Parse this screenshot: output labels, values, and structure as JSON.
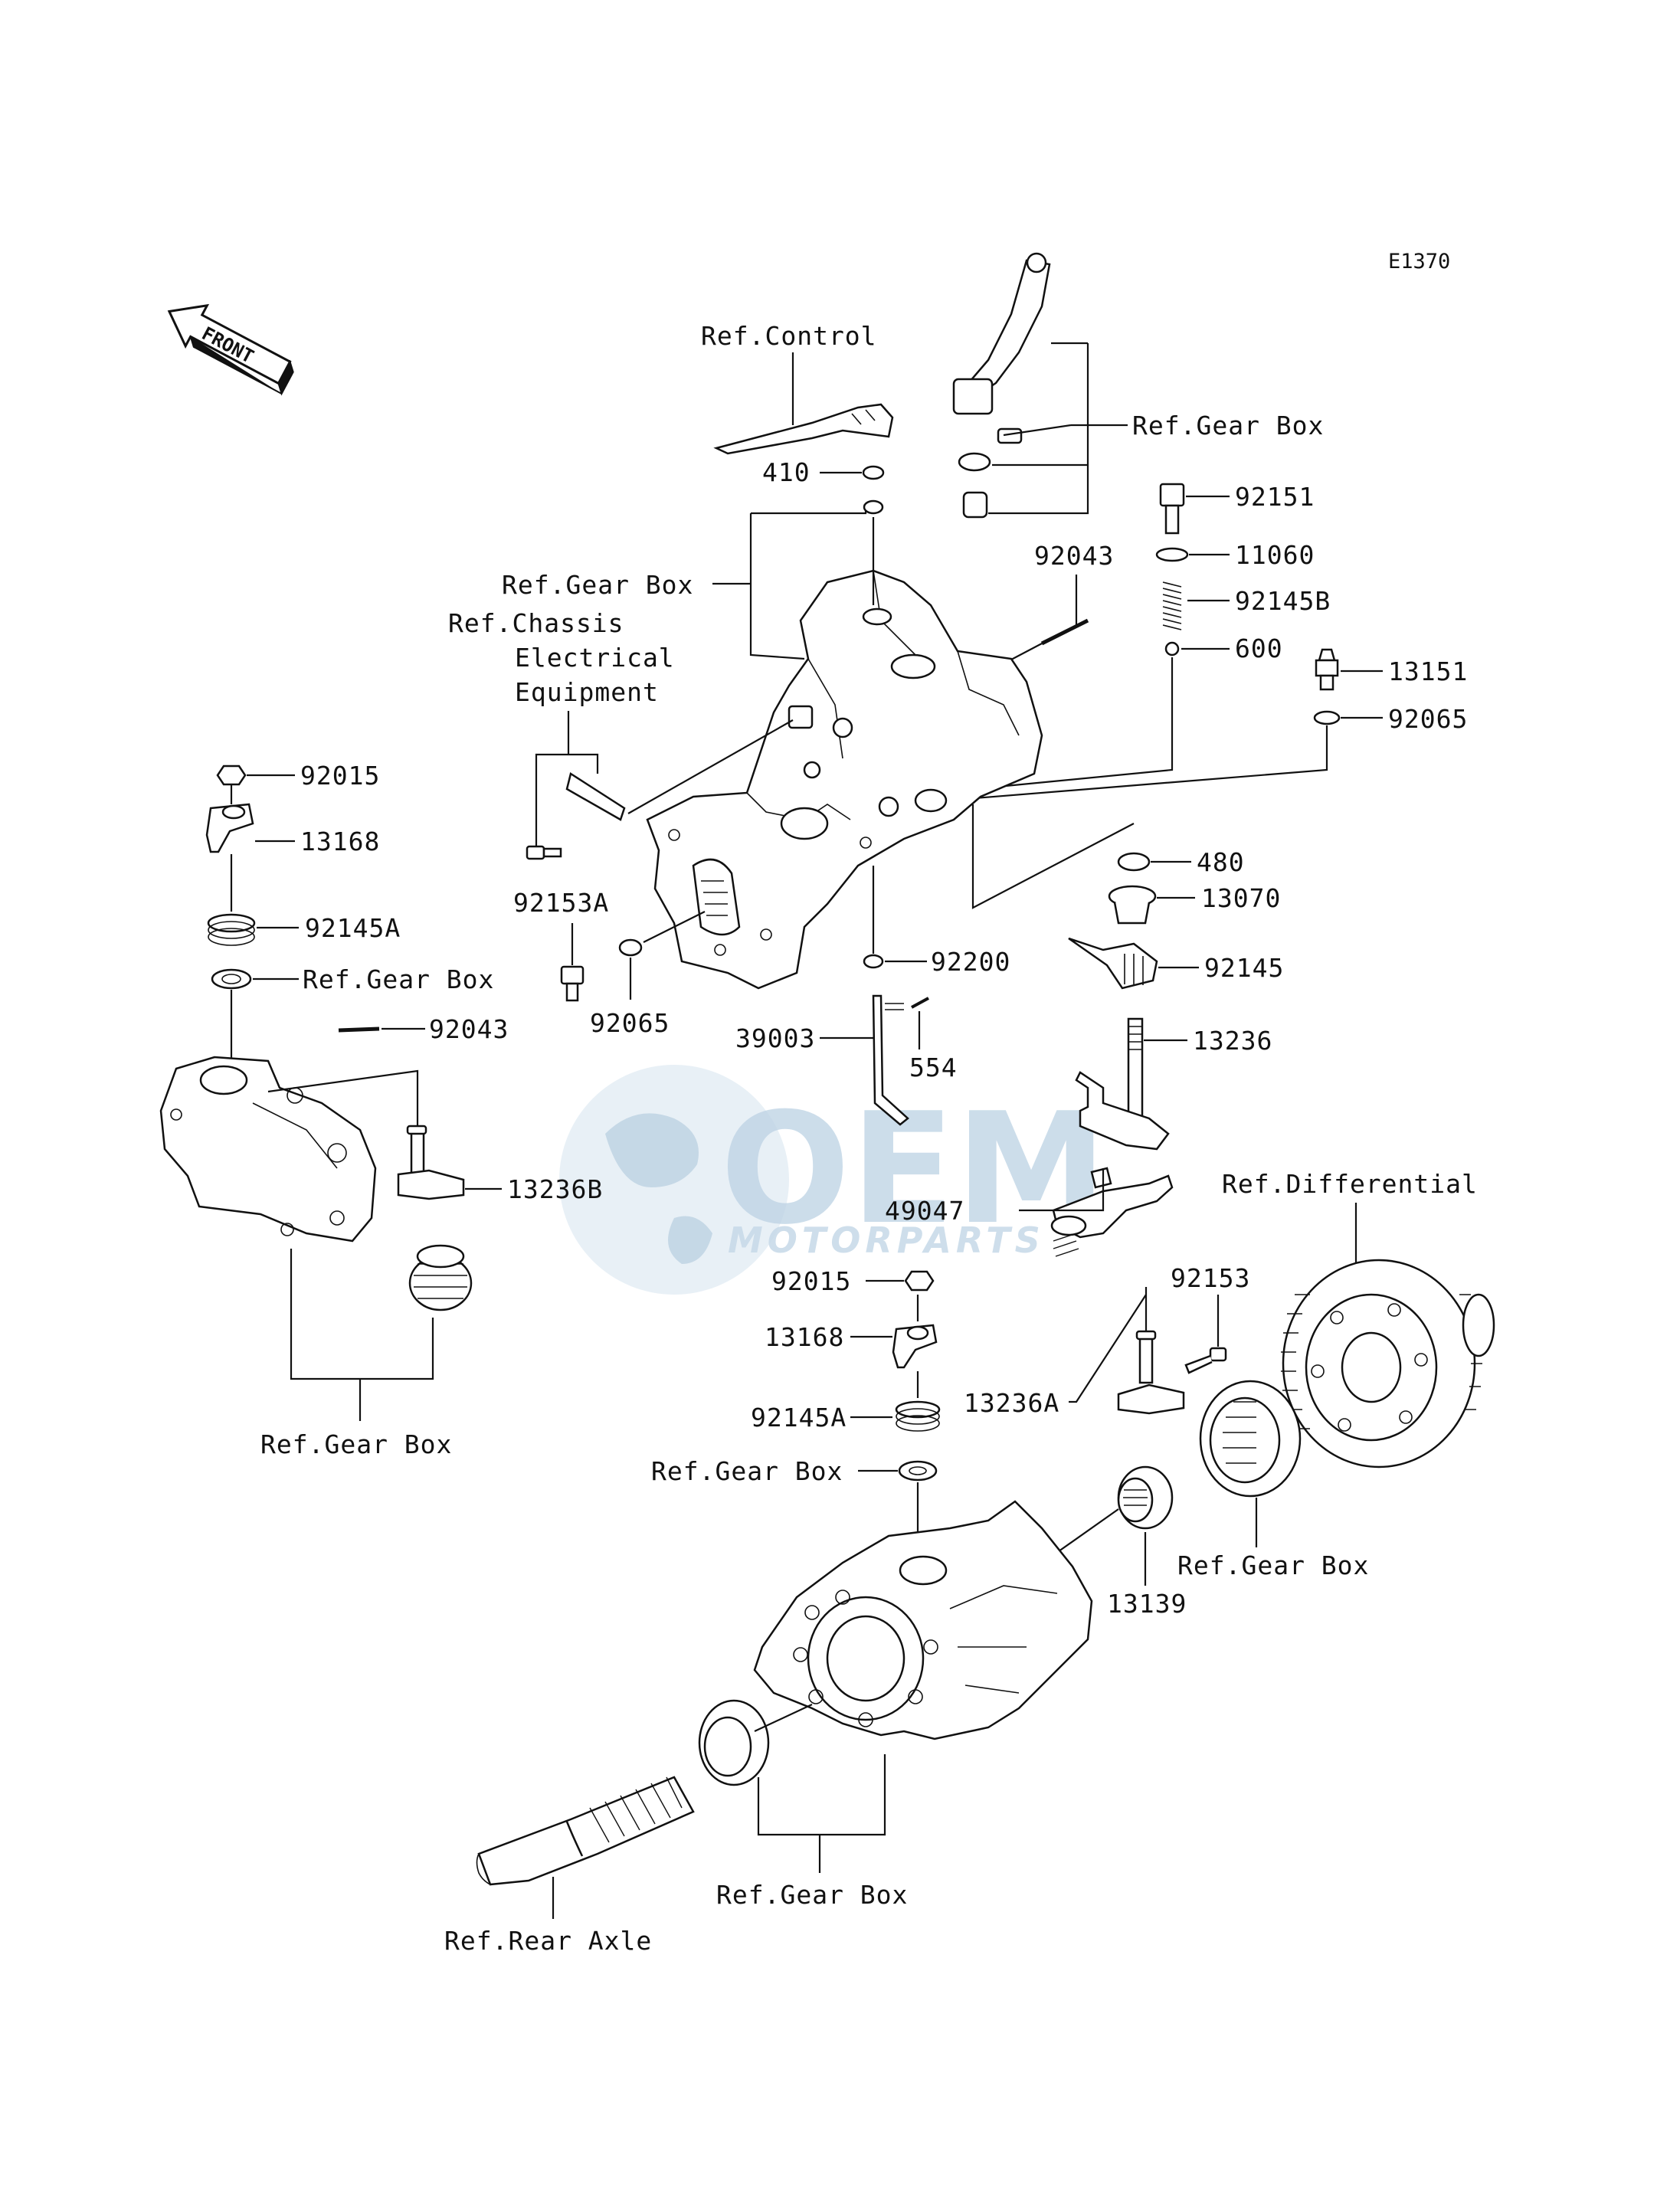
{
  "diagram_code": "E1370",
  "front_label": "FRONT",
  "watermark": {
    "brand": "OEM",
    "tagline": "MOTORPARTS",
    "color": "#c9dcea"
  },
  "labels": {
    "ref_control": "Ref.Control",
    "ref_gear_box_top": "Ref.Gear Box",
    "ref_gear_box_housing": "Ref.Gear Box",
    "ref_chassis_l1": "Ref.Chassis",
    "ref_chassis_l2": "Electrical",
    "ref_chassis_l3": "Equipment",
    "ref_gear_box_left_seal": "Ref.Gear Box",
    "ref_gear_box_left_bottom": "Ref.Gear Box",
    "ref_gear_box_mid_seal": "Ref.Gear Box",
    "ref_gear_box_bearing": "Ref.Gear Box",
    "ref_gear_box_bottom": "Ref.Gear Box",
    "ref_differential": "Ref.Differential",
    "ref_rear_axle": "Ref.Rear Axle"
  },
  "parts": {
    "p410": "410",
    "p92151": "92151",
    "p11060": "11060",
    "p92043_top": "92043",
    "p92145B": "92145B",
    "p600": "600",
    "p13151": "13151",
    "p92065_right": "92065",
    "p92015_left": "92015",
    "p13168_left": "13168",
    "p92145A_left": "92145A",
    "p92043_left": "92043",
    "p92153A": "92153A",
    "p92065_mid": "92065",
    "p480": "480",
    "p13070": "13070",
    "p92200": "92200",
    "p92145": "92145",
    "p39003": "39003",
    "p554": "554",
    "p13236": "13236",
    "p13236B": "13236B",
    "p49047": "49047",
    "p92015_mid": "92015",
    "p92153": "92153",
    "p13168_mid": "13168",
    "p13236A": "13236A",
    "p92145A_mid": "92145A",
    "p13139": "13139"
  }
}
